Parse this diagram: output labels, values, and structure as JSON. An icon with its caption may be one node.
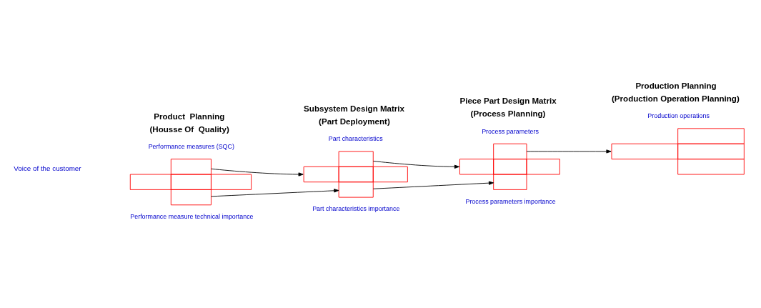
{
  "diagram": {
    "nodes": [
      {
        "text": [
          "Product  Planning",
          "(Housse Of  Quality)",
          "Performance measures (SQC)",
          "Performance measure technical importance"
        ]
      },
      {
        "text": [
          "Subsystem Design Matrix",
          "(Part Deployment)",
          "Part characteristics",
          "Part characteristics importance"
        ]
      },
      {
        "text": [
          "Piece Part Design Matrix",
          "(Process Planning)",
          "Process parameters",
          "Process parameters importance"
        ]
      },
      {
        "text": [
          "Production Planning",
          "(Production Operation Planning)",
          "Production operations"
        ]
      }
    ],
    "edges": [
      {
        "from": 0,
        "to": 1,
        "arrow": "to"
      },
      {
        "from": 0,
        "to": 1,
        "arrow": "to"
      },
      {
        "from": 1,
        "to": 2,
        "arrow": "to"
      },
      {
        "from": 1,
        "to": 2,
        "arrow": "to"
      },
      {
        "from": 2,
        "to": 3,
        "arrow": "to"
      }
    ],
    "labels": [
      "Voice of the customer"
    ]
  }
}
